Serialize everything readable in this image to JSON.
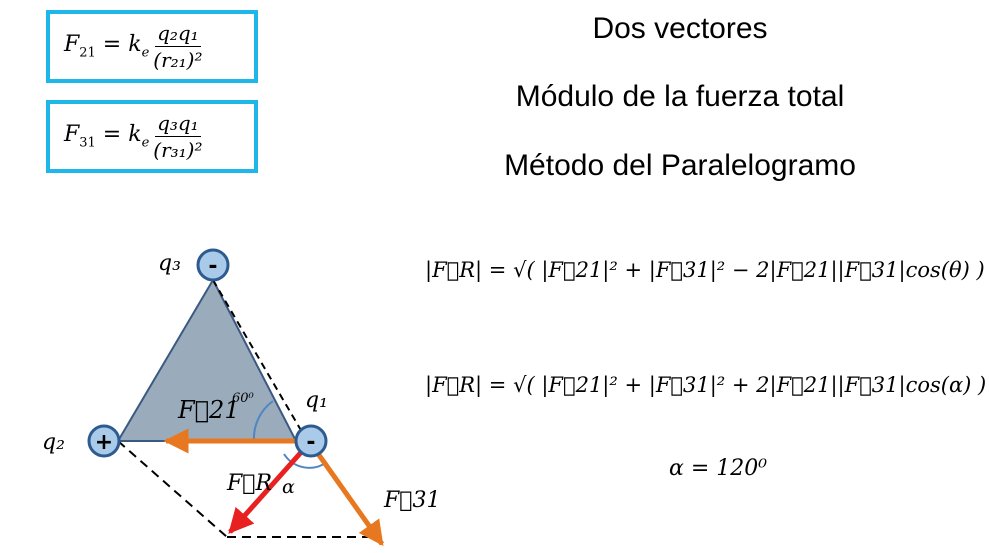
{
  "formula_boxes": {
    "f21_lhs": "F",
    "f21_sub": "21",
    "f21_eq": " = k",
    "f21_ke_sub": "e",
    "f21_num": "q₂q₁",
    "f21_den": "(r₂₁)²",
    "f31_lhs": "F",
    "f31_sub": "31",
    "f31_eq": " = k",
    "f31_ke_sub": "e",
    "f31_num": "q₃q₁",
    "f31_den": "(r₃₁)²"
  },
  "titles": {
    "line1": "Dos vectores",
    "line2": "Módulo de la fuerza total",
    "line3": "Método del Paralelogramo"
  },
  "formulas": {
    "resultant_theta": "|F⃗R| = √( |F⃗21|² + |F⃗31|² −  2|F⃗21||F⃗31|cos(θ) )",
    "resultant_alpha": "|F⃗R| = √( |F⃗21|² + |F⃗31|² +  2|F⃗21||F⃗31|cos(α) )",
    "alpha_value": "α = 120⁰"
  },
  "diagram": {
    "charges": {
      "q3_label": "q₃",
      "q3_sign": "-",
      "q2_label": "q₂",
      "q2_sign": "+",
      "q1_label": "q₁",
      "q1_sign": "-"
    },
    "angle_label": "60⁰",
    "alpha_label": "α",
    "vectors": {
      "f21_label": "F⃗21",
      "f31_label": "F⃗31",
      "fr_label": "F⃗R"
    },
    "colors": {
      "triangle_fill": "#9aabbb",
      "charge_fill": "#a9cbe9",
      "charge_stroke": "#2e5b8f",
      "arrow_orange": "#e7781f",
      "arrow_red": "#e8201f",
      "box_border": "#1fb6e9",
      "arc_blue": "#4d86c1"
    }
  }
}
